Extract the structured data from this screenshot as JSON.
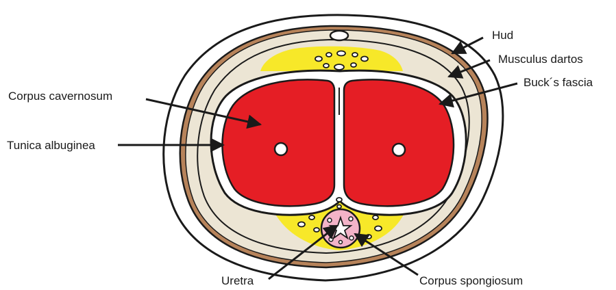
{
  "labels": {
    "hud": "Hud",
    "musculus_dartos": "Musculus dartos",
    "bucks_fascia": "Buck´s fascia",
    "corpus_cavernosum": "Corpus cavernosum",
    "tunica_albuginea": "Tunica albuginea",
    "uretra": "Uretra",
    "corpus_spongiosum": "Corpus spongiosum"
  },
  "colors": {
    "skin_fill": "#ffffff",
    "dartos_band": "#b7835a",
    "fascia_band": "#ece5d4",
    "fat_yellow": "#f7e829",
    "cavernosum_red": "#e51e25",
    "spongiosum_pink": "#f3b3c8",
    "outline": "#1a1a1a"
  }
}
